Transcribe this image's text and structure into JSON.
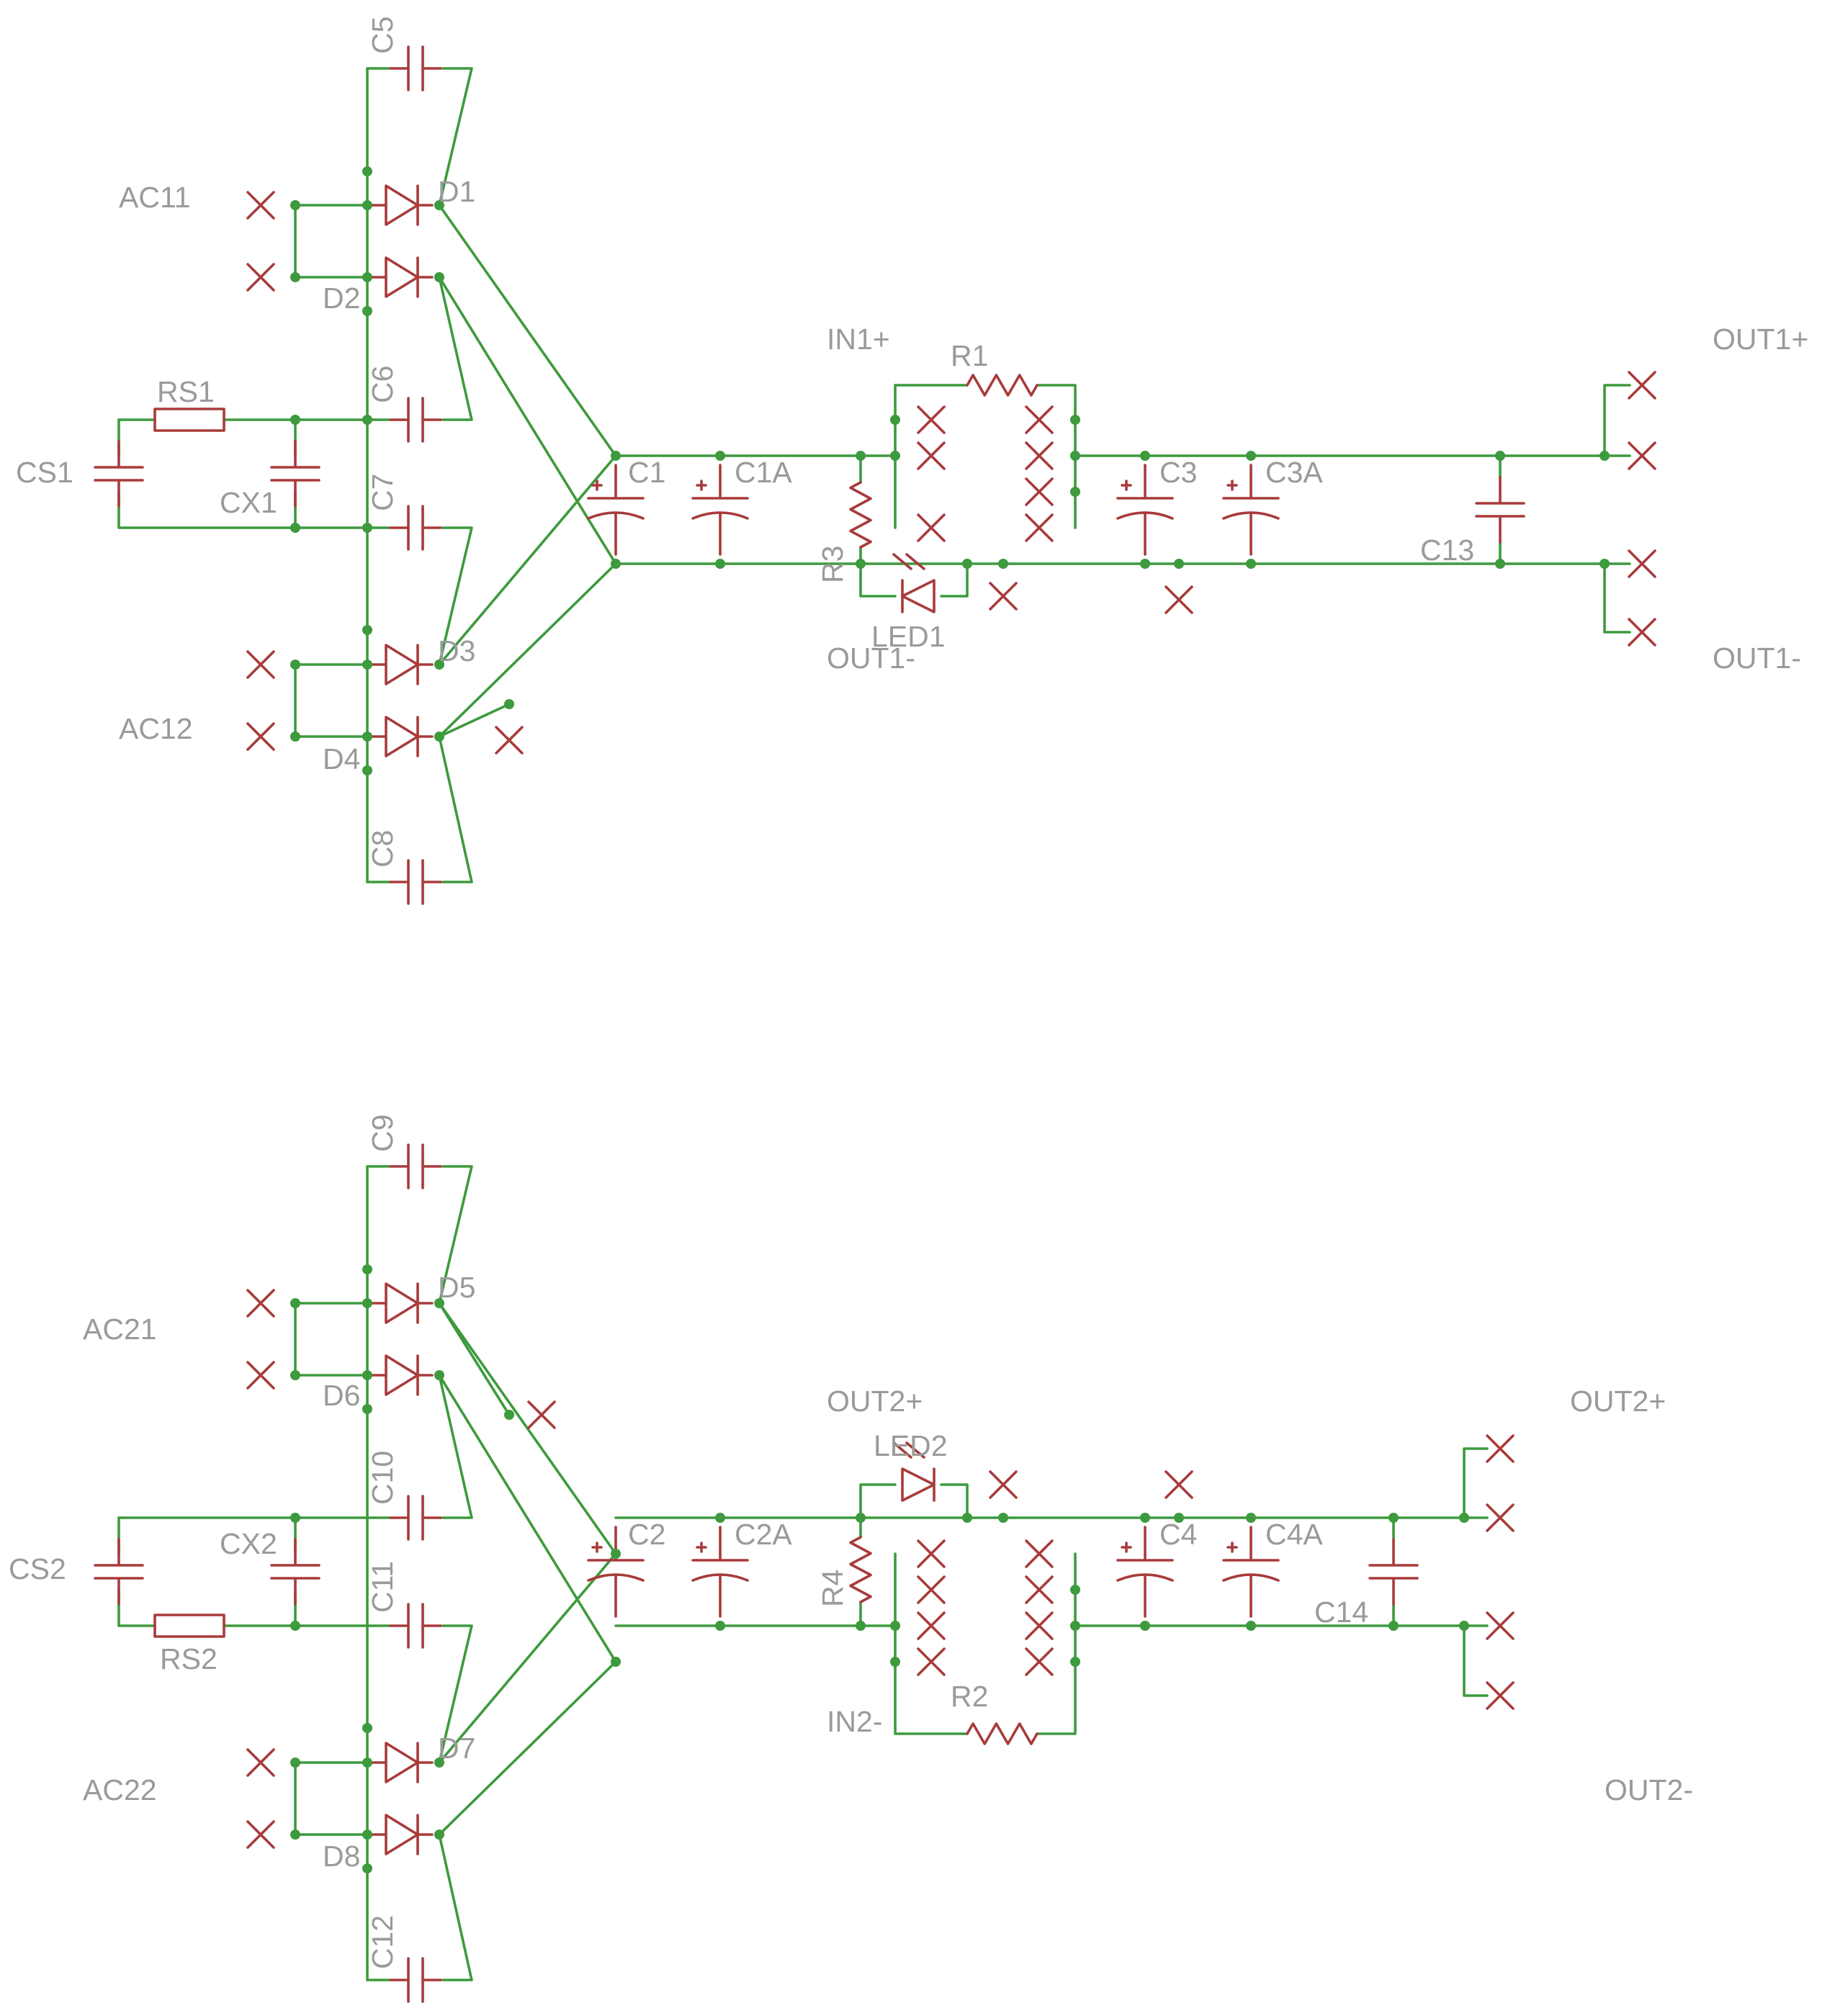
{
  "net_labels": {
    "ac11": "AC11",
    "ac12": "AC12",
    "ac21": "AC21",
    "ac22": "AC22",
    "in1_plus": "IN1+",
    "out1_minus_mid": "OUT1-",
    "out1_plus": "OUT1+",
    "out1_minus": "OUT1-",
    "out2_plus_mid": "OUT2+",
    "in2_minus": "IN2-",
    "out2_plus": "OUT2+",
    "out2_minus": "OUT2-"
  },
  "parts": {
    "c5": "C5",
    "c6": "C6",
    "c7": "C7",
    "c8": "C8",
    "c9": "C9",
    "c10": "C10",
    "c11": "C11",
    "c12": "C12",
    "d1": "D1",
    "d2": "D2",
    "d3": "D3",
    "d4": "D4",
    "d5": "D5",
    "d6": "D6",
    "d7": "D7",
    "d8": "D8",
    "rs1": "RS1",
    "rs2": "RS2",
    "cs1": "CS1",
    "cs2": "CS2",
    "cx1": "CX1",
    "cx2": "CX2",
    "c1": "C1",
    "c1a": "C1A",
    "c2": "C2",
    "c2a": "C2A",
    "c3": "C3",
    "c3a": "C3A",
    "c4": "C4",
    "c4a": "C4A",
    "c13": "C13",
    "c14": "C14",
    "r1": "R1",
    "r2": "R2",
    "r3": "R3",
    "r4": "R4",
    "led1": "LED1",
    "led2": "LED2"
  },
  "colors": {
    "wire": "#3d9a3d",
    "symbol": "#a83b3b",
    "label": "#9a9a9a"
  }
}
